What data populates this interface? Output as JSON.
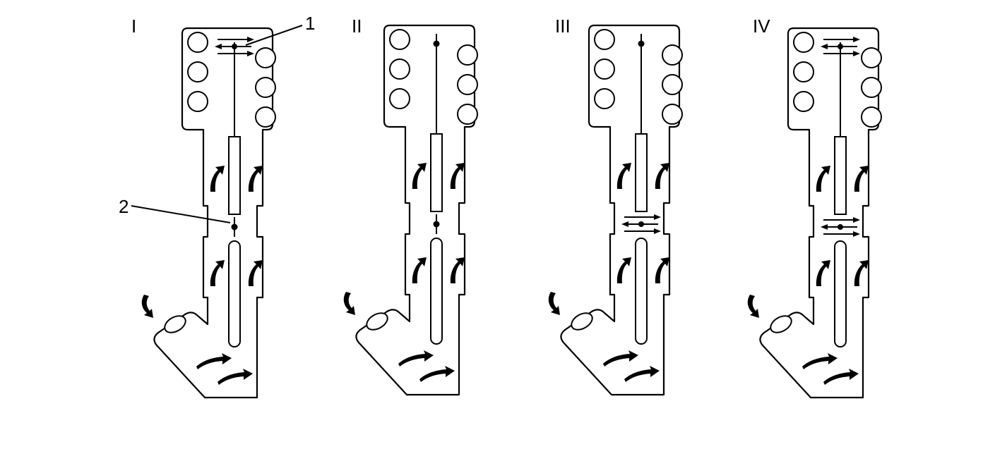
{
  "figure": {
    "panels": [
      {
        "id": "panel-1",
        "label": "I",
        "top_valve": "open",
        "mid_valve": "closed"
      },
      {
        "id": "panel-2",
        "label": "II",
        "top_valve": "closed",
        "mid_valve": "closed"
      },
      {
        "id": "panel-3",
        "label": "III",
        "top_valve": "closed",
        "mid_valve": "open"
      },
      {
        "id": "panel-4",
        "label": "IV",
        "top_valve": "open",
        "mid_valve": "open"
      }
    ],
    "callouts": [
      {
        "id": "callout-1",
        "text": "1",
        "panel": 0,
        "target": "top-valve"
      },
      {
        "id": "callout-2",
        "text": "2",
        "panel": 0,
        "target": "mid-valve"
      }
    ],
    "colors": {
      "ink": "#000000",
      "background": "#ffffff"
    }
  }
}
